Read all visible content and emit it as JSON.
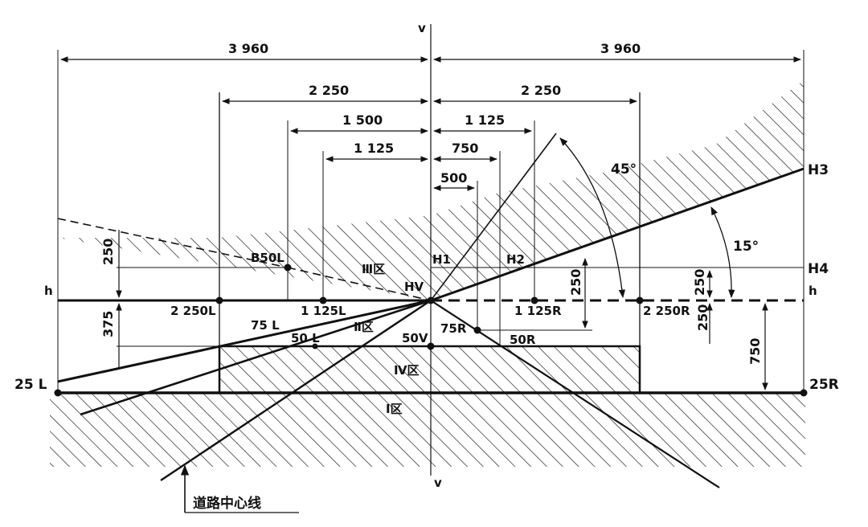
{
  "axis": {
    "v_top": "v",
    "v_bottom": "v",
    "h_left": "h",
    "h_right": "h"
  },
  "dimensions": {
    "left_3960": "3 960",
    "right_3960": "3 960",
    "left_2250": "2 250",
    "right_2250": "2 250",
    "left_1500": "1 500",
    "right_1125": "1 125",
    "left_1125": "1 125",
    "right_750": "750",
    "right_500": "500",
    "left_250": "250",
    "left_375": "375",
    "right_250_a": "250",
    "right_250_b": "250",
    "right_250_c": "250",
    "right_750_vertical": "750"
  },
  "angles": {
    "a45": "45°",
    "a15": "15°"
  },
  "points": {
    "H3": "H3",
    "H4": "H4",
    "H1": "H1",
    "H2": "H2",
    "HV": "HV",
    "B50L": "B50L",
    "p2250L": "2 250L",
    "p1125L": "1 125L",
    "p1125R": "1 125R",
    "p2250R": "2 250R",
    "p75L": "75 L",
    "p50L": "50 L",
    "p50V": "50V",
    "p75R": "75R",
    "p50R": "50R",
    "p25L": "25 L",
    "p25R": "25R"
  },
  "zones": {
    "zone3": "Ⅲ区",
    "zone2": "Ⅱ区",
    "zone4": "Ⅳ区",
    "zone1": "Ⅰ区"
  },
  "caption": "道路中心线"
}
